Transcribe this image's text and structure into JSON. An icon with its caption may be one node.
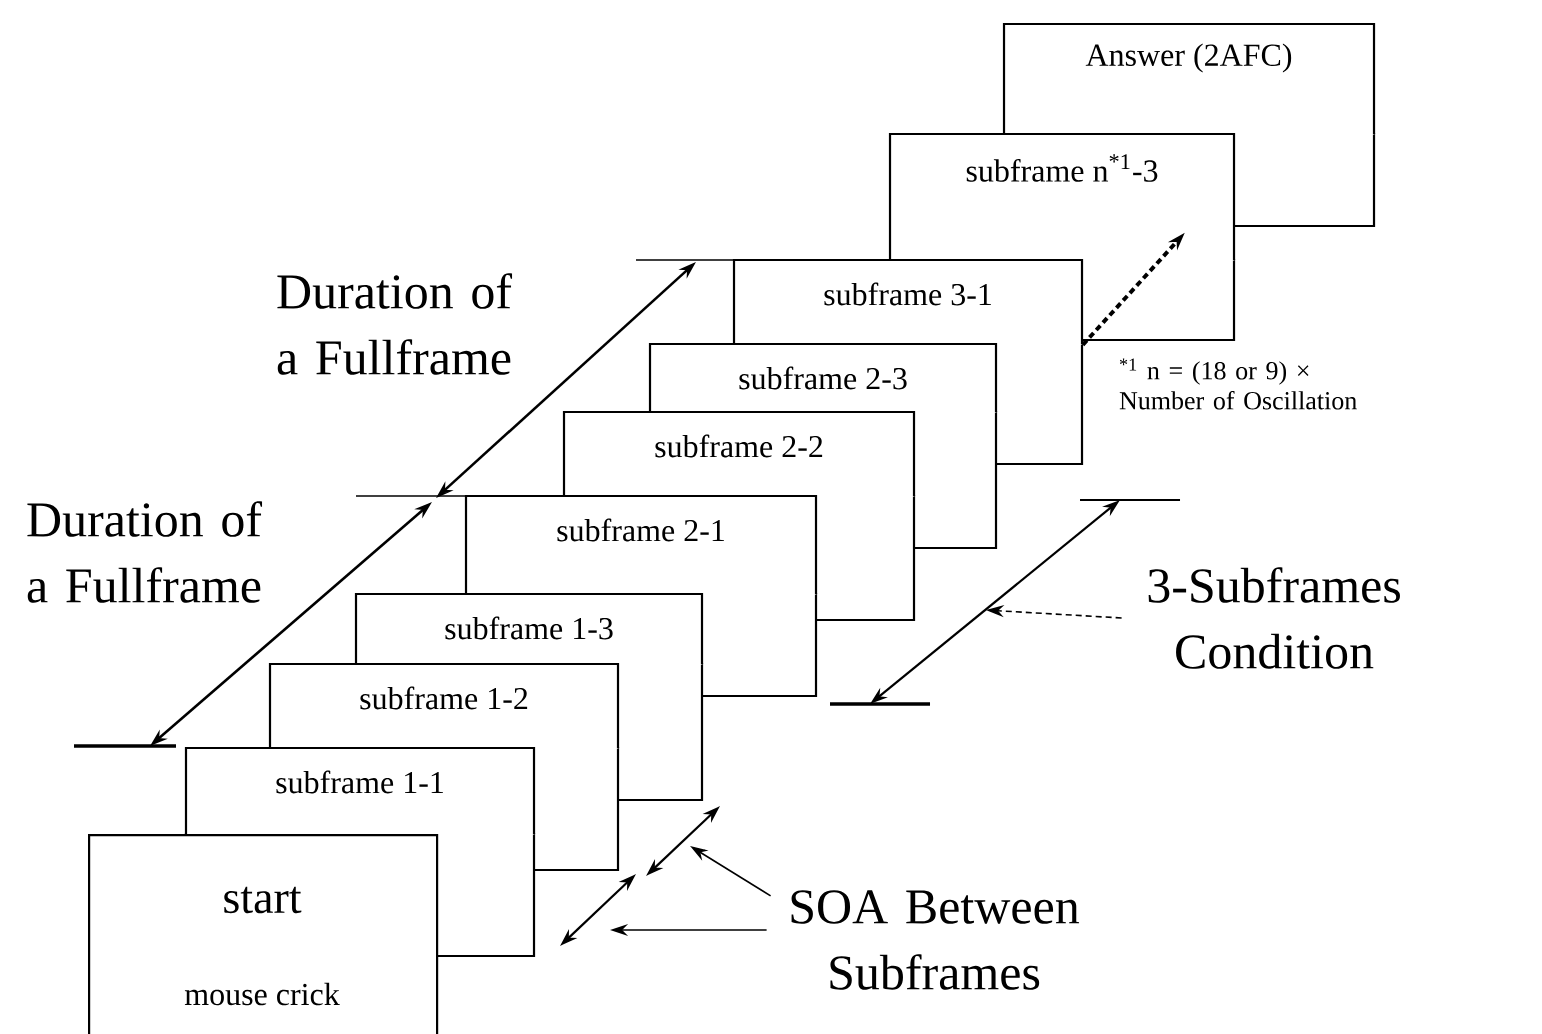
{
  "diagram": {
    "nodes": [
      {
        "text": [
          "start",
          "mouse crick"
        ]
      },
      {
        "text": [
          "subframe  1-1"
        ]
      },
      {
        "text": [
          "subframe  1-2"
        ]
      },
      {
        "text": [
          "subframe  1-3"
        ]
      },
      {
        "text": [
          "subframe  2-1"
        ]
      },
      {
        "text": [
          "subframe  2-2"
        ]
      },
      {
        "text": [
          "subframe  2-3"
        ]
      },
      {
        "text": [
          "subframe  3-1"
        ]
      },
      {
        "text": [
          "subframe  n$^{*1}$-3"
        ]
      },
      {
        "text": [
          "Answer (2AFC)"
        ]
      },
      {
        "text": [
          "3-Subframes Condition"
        ]
      },
      {
        "text": [
          "SOA Between Subframes"
        ]
      }
    ],
    "edges": [
      {
        "from": 7,
        "to": 8,
        "arrow": "to",
        "style": "dashed"
      },
      {
        "from": 10,
        "to": null,
        "arrow": "to",
        "style": "dashed"
      },
      {
        "from": 11,
        "to": null,
        "arrow": "to"
      },
      {
        "from": 11,
        "to": null,
        "arrow": "to"
      }
    ],
    "labels": [
      "Duration of a Fullframe",
      "Duration of a Fullframe",
      "$^{*1}$ n = (18 or 9) × Number of Oscillation"
    ]
  }
}
